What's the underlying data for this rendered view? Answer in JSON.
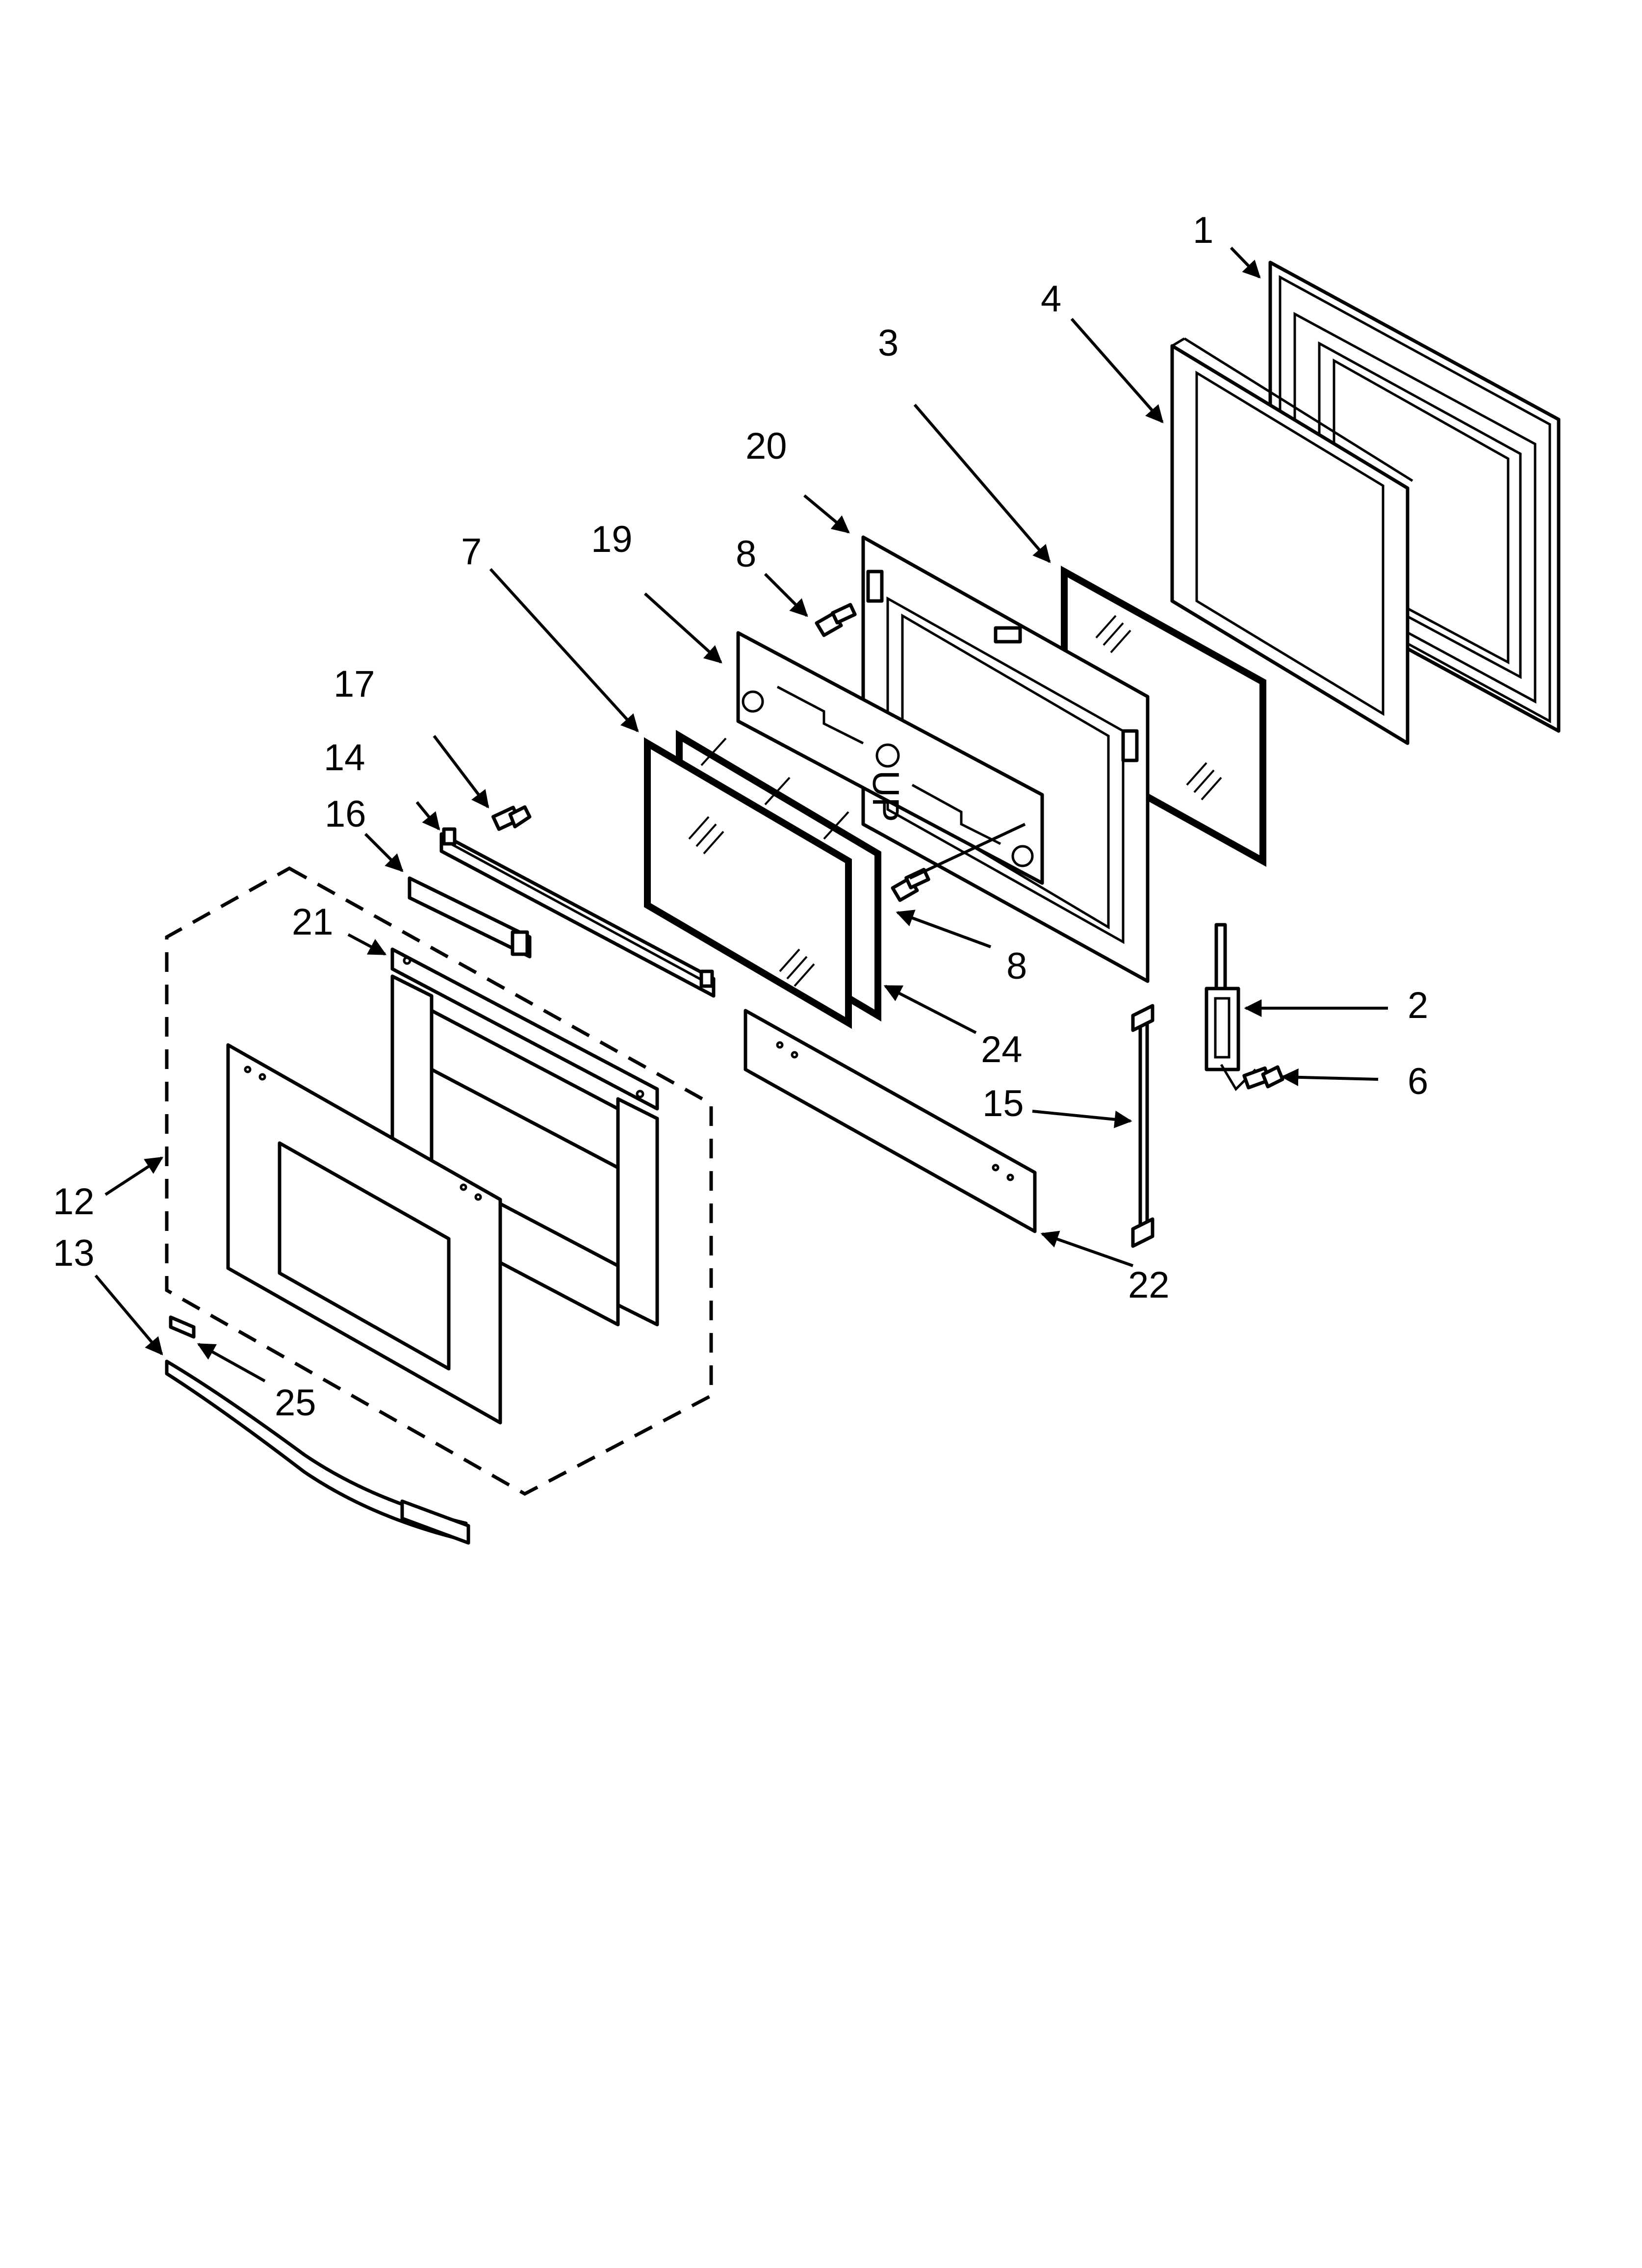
{
  "callouts": {
    "c1": "1",
    "c2": "2",
    "c3": "3",
    "c4": "4",
    "c6": "6",
    "c7": "7",
    "c8a": "8",
    "c8b": "8",
    "c12": "12",
    "c13": "13",
    "c14": "14",
    "c15": "15",
    "c16": "16",
    "c17": "17",
    "c19": "19",
    "c20": "20",
    "c21": "21",
    "c22": "22",
    "c24": "24",
    "c25": "25"
  },
  "part_markings": {
    "up_label": "UP"
  }
}
